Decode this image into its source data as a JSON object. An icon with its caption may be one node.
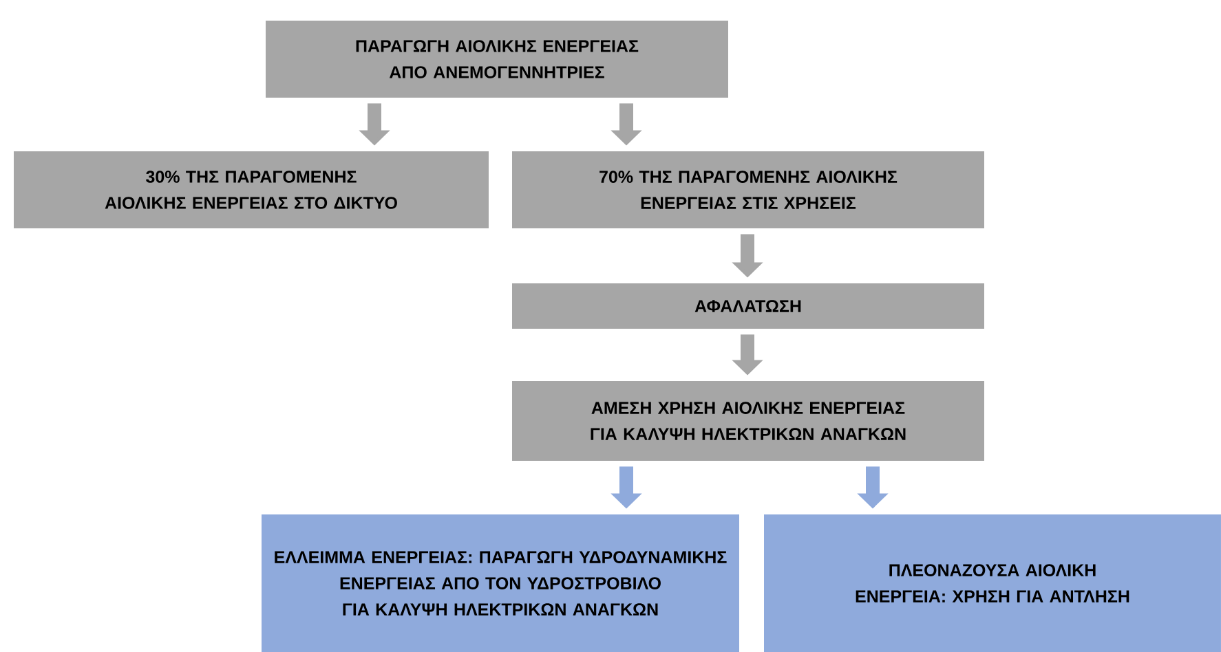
{
  "diagram": {
    "nodes": [
      {
        "text": [
          "ΠΑΡΑΓΩΓΗ ΑΙΟΛΙΚΗΣ ΕΝΕΡΓΕΙΑΣ ΑΠΟ ΑΝΕΜΟΓΕΝΝΗΤΡΙΕΣ"
        ]
      },
      {
        "text": [
          "30% ΤΗΣ ΠΑΡΑΓΟΜΕΝΗΣ ΑΙΟΛΙΚΗΣ ΕΝΕΡΓΕΙΑΣ ΣΤΟ ΔΙΚΤΥΟ"
        ]
      },
      {
        "text": [
          "70% ΤΗΣ ΠΑΡΑΓΟΜΕΝΗΣ ΑΙΟΛΙΚΗΣ ΕΝΕΡΓΕΙΑΣ ΣΤΙΣ ΧΡΗΣΕΙΣ"
        ]
      },
      {
        "text": [
          "ΑΦΑΛΑΤΩΣΗ"
        ]
      },
      {
        "text": [
          "ΑΜΕΣΗ ΧΡΗΣΗ ΑΙΟΛΙΚΗΣ ΕΝΕΡΓΕΙΑΣ ΓΙΑ ΚΑΛΥΨΗ ΗΛΕΚΤΡΙΚΩΝ ΑΝΑΓΚΩΝ"
        ]
      },
      {
        "text": [
          "ΕΛΛΕΙΜΜΑ ΕΝΕΡΓΕΙΑΣ: ΠΑΡΑΓΩΓΗ ΥΔΡΟΔΥΝΑΜΙΚΗΣ ΕΝΕΡΓΕΙΑΣ ΑΠΟ ΤΟΝ ΥΔΡΟΣΤΡΟΒΙΛΟ ΓΙΑ ΚΑΛΥΨΗ ΗΛΕΚΤΡΙΚΩΝ ΑΝΑΓΚΩΝ"
        ]
      },
      {
        "text": [
          "ΠΛΕΟΝΑΖΟΥΣΑ ΑΙΟΛΙΚΗ ΕΝΕΡΓΕΙΑ: ΧΡΗΣΗ ΓΙΑ ΑΝΤΛΗΣΗ"
        ]
      }
    ],
    "edges": [
      {
        "from": 0,
        "to": 1,
        "arrow": "to"
      },
      {
        "from": 0,
        "to": 2,
        "arrow": "to"
      },
      {
        "from": 2,
        "to": 3,
        "arrow": "to"
      },
      {
        "from": 3,
        "to": 4,
        "arrow": "to"
      },
      {
        "from": 4,
        "to": 5,
        "arrow": "to",
        "color": "#8faadc"
      },
      {
        "from": 4,
        "to": 6,
        "arrow": "to",
        "color": "#8faadc"
      }
    ]
  }
}
